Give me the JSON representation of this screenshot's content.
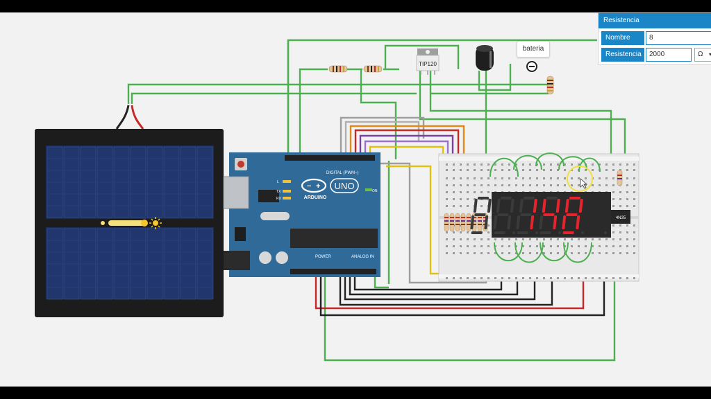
{
  "properties_panel": {
    "title": "Resistencia",
    "name_label": "Nombre",
    "name_value": "8",
    "resistance_label": "Resistencia",
    "resistance_value": "2000",
    "unit": "Ω"
  },
  "tooltip": {
    "text": "bateria"
  },
  "components": {
    "transistor_label": "TIP120",
    "optocoupler_label": "4N35",
    "arduino": {
      "brand": "ARDUINO",
      "model": "UNO",
      "digital_label": "DIGITAL (PWM~)",
      "power_label": "POWER",
      "analog_label": "ANALOG IN",
      "on_label": "ON",
      "tx_label": "TX",
      "rx_label": "RX",
      "led_label": "L"
    },
    "display_digits": [
      "",
      "",
      "1",
      "4",
      "8"
    ]
  },
  "colors": {
    "wire_green": "#4caf50",
    "wire_red": "#c62828",
    "wire_black": "#222222",
    "board_blue": "#2f6a99",
    "panel_blue": "#1a86c8",
    "segment_red": "#e8232b"
  }
}
